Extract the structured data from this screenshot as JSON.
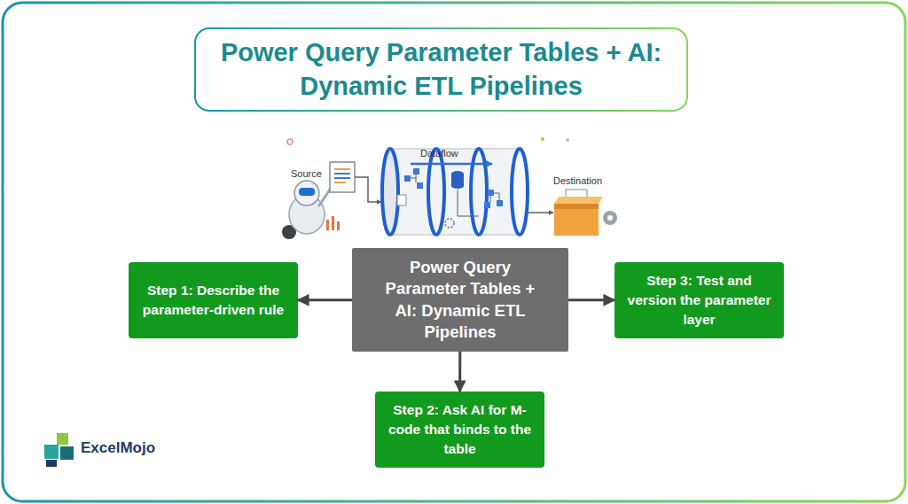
{
  "diagram": {
    "title": "Power Query Parameter Tables + AI: Dynamic ETL Pipelines",
    "nodes": [
      {
        "text": [
          "Power Query Parameter Tables + AI: Dynamic ETL Pipelines"
        ]
      },
      {
        "text": [
          "Step 1: Describe the parameter-driven rule"
        ]
      },
      {
        "text": [
          "Step 2: Ask AI for M-code that binds to the table"
        ]
      },
      {
        "text": [
          "Step 3: Test and version the parameter layer"
        ]
      }
    ],
    "edges": [
      {
        "from": 0,
        "to": 1,
        "arrow": "to"
      },
      {
        "from": 0,
        "to": 2,
        "arrow": "to"
      },
      {
        "from": 0,
        "to": 3,
        "arrow": "to"
      }
    ],
    "labels": [
      "Source",
      "Dataflow",
      "Destination",
      "ExcelMojo"
    ]
  }
}
